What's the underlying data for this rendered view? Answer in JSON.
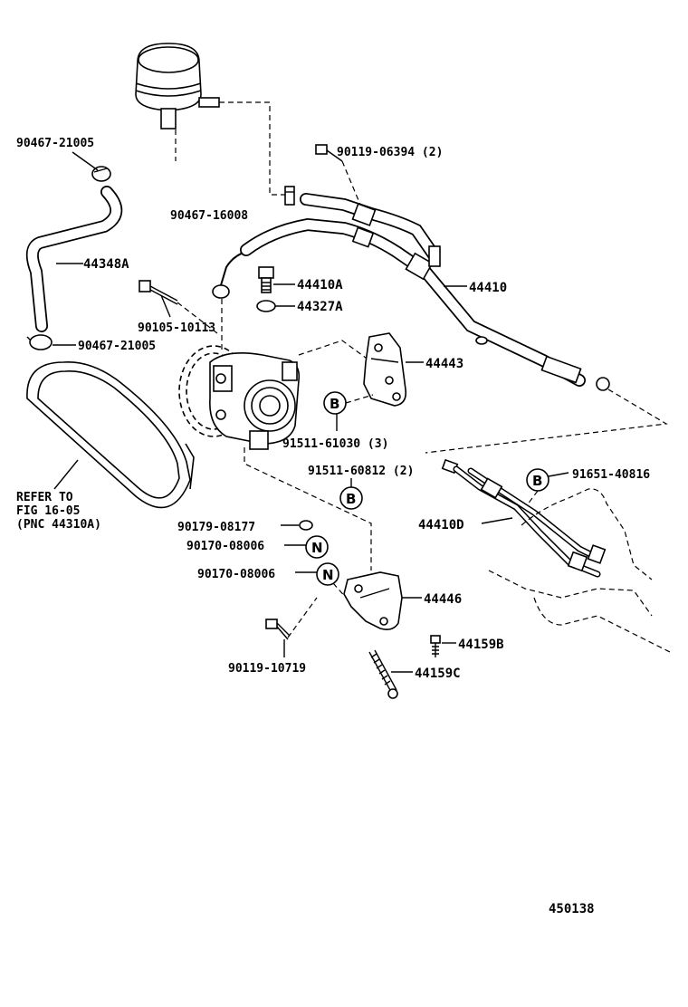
{
  "diagram_number": "450138",
  "refer_note": {
    "line1": "REFER TO",
    "line2": "FIG 16-05",
    "line3": "(PNC 44310A)"
  },
  "circle_markers": {
    "b": "B",
    "n": "N"
  },
  "labels": {
    "clamp_upper_left": "90467-21005",
    "bolt_top": "90119-06394 (2)",
    "clamp_16008": "90467-16008",
    "hose_44348a": "44348A",
    "union_bolt_44410a": "44410A",
    "gasket_44327a": "44327A",
    "pressure_hose_44410": "44410",
    "bolt_90105": "90105-10113",
    "clamp_lower_left": "90467-21005",
    "bracket_44443": "44443",
    "bolt_91511_61030": "91511-61030 (3)",
    "bolt_91511_60812": "91511-60812 (2)",
    "bolt_91651": "91651-40816",
    "tube_44410d": "44410D",
    "part_90179": "90179-08177",
    "nut_90170_a": "90170-08006",
    "nut_90170_b": "90170-08006",
    "bracket_44446": "44446",
    "bolt_44159b": "44159B",
    "bolt_90119_10719": "90119-10719",
    "stud_44159c": "44159C"
  }
}
